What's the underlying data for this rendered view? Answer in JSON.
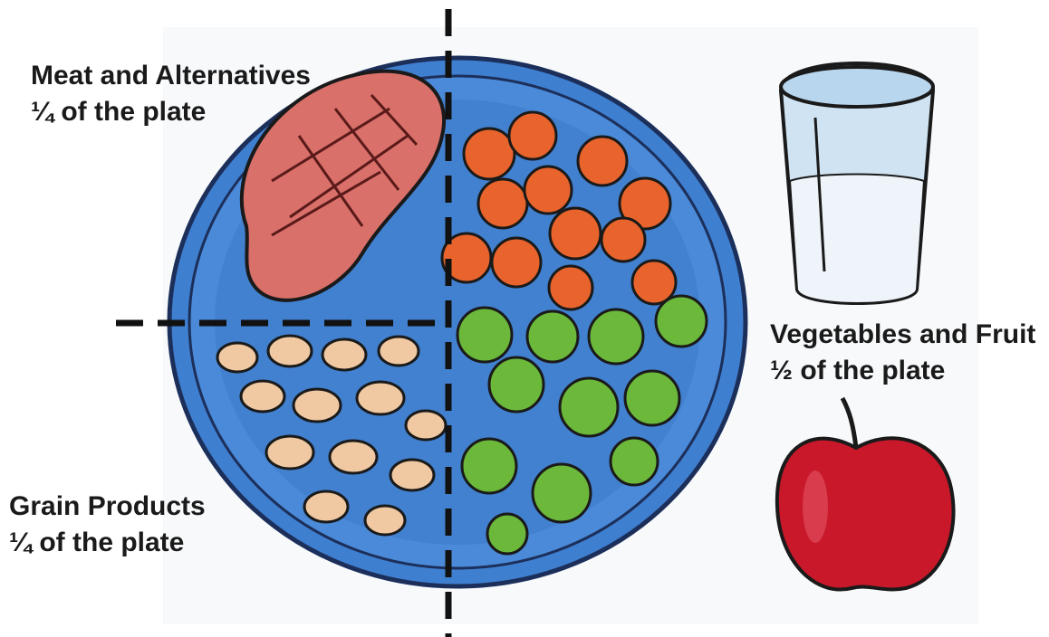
{
  "labels": {
    "meat": {
      "title": "Meat and Alternatives",
      "portion": "¼ of the plate"
    },
    "vegetables": {
      "title": "Vegetables and Fruit",
      "portion": "½ of the plate"
    },
    "grains": {
      "title": "Grain Products",
      "portion": "¼ of the plate"
    }
  },
  "colors": {
    "plate": "#3f7fd0",
    "plate_rim": "#1c3f8a",
    "meat": "#d9706a",
    "carrot": "#e8642c",
    "broccoli": "#6cb83a",
    "pasta": "#f0c9a2",
    "glass": "#cfe3f2",
    "apple": "#c8182a"
  }
}
